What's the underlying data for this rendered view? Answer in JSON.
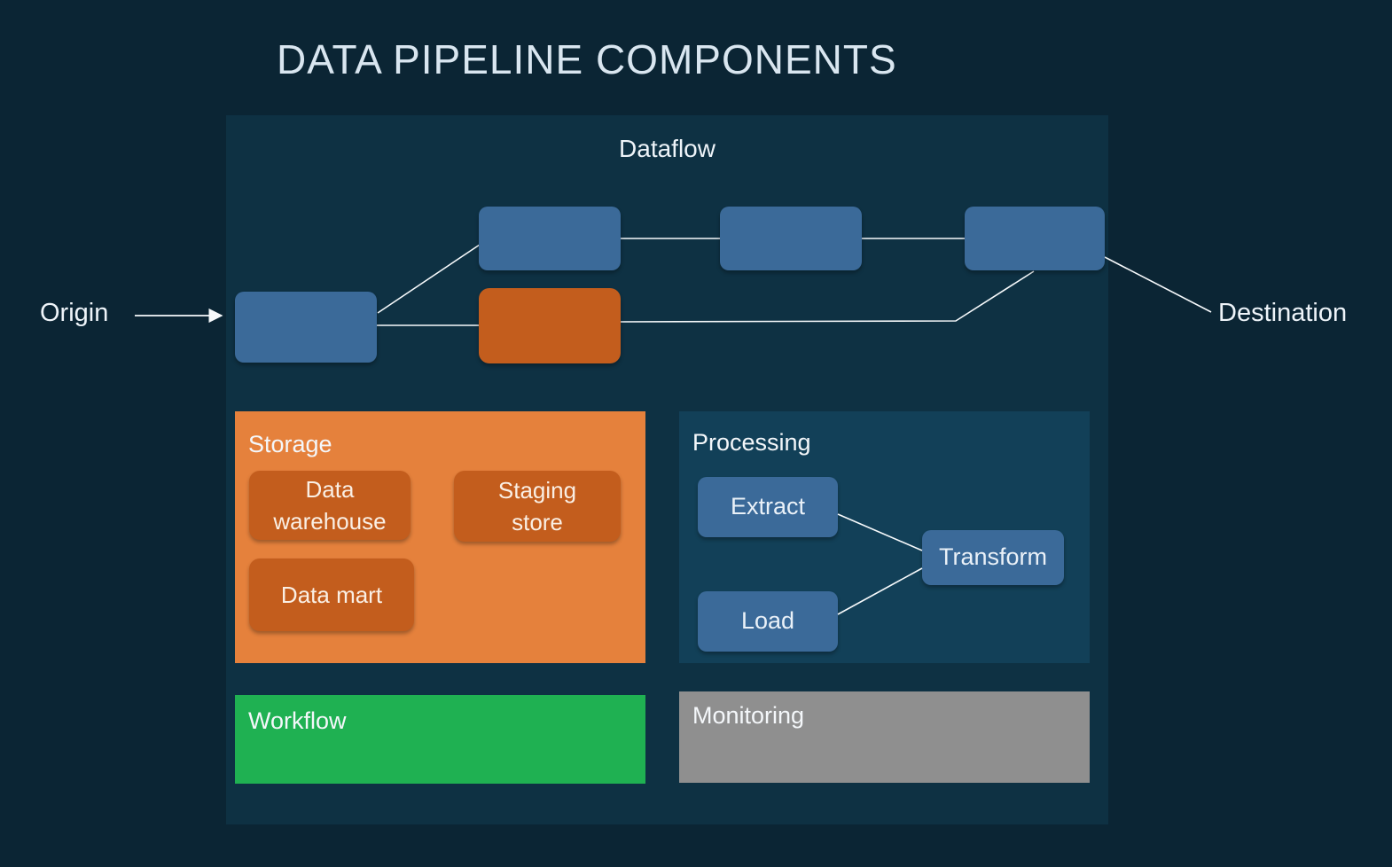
{
  "title": "DATA PIPELINE COMPONENTS",
  "dataflow": {
    "label": "Dataflow",
    "origin_label": "Origin",
    "destination_label": "Destination"
  },
  "storage": {
    "label": "Storage",
    "items": [
      {
        "label": "Data warehouse"
      },
      {
        "label": "Staging store"
      },
      {
        "label": "Data mart"
      }
    ]
  },
  "processing": {
    "label": "Processing",
    "items": [
      {
        "label": "Extract"
      },
      {
        "label": "Transform"
      },
      {
        "label": "Load"
      }
    ]
  },
  "workflow": {
    "label": "Workflow"
  },
  "monitoring": {
    "label": "Monitoring"
  },
  "colors": {
    "background": "#0b2534",
    "dataflow_panel": "#0e3143",
    "node_blue": "#3b6a99",
    "node_orange": "#c35d1d",
    "storage_panel": "#e5813c",
    "processing_panel": "#124058",
    "workflow_panel": "#1fb152",
    "monitoring_panel": "#8f8f8f",
    "connector": "#f7fafc"
  }
}
